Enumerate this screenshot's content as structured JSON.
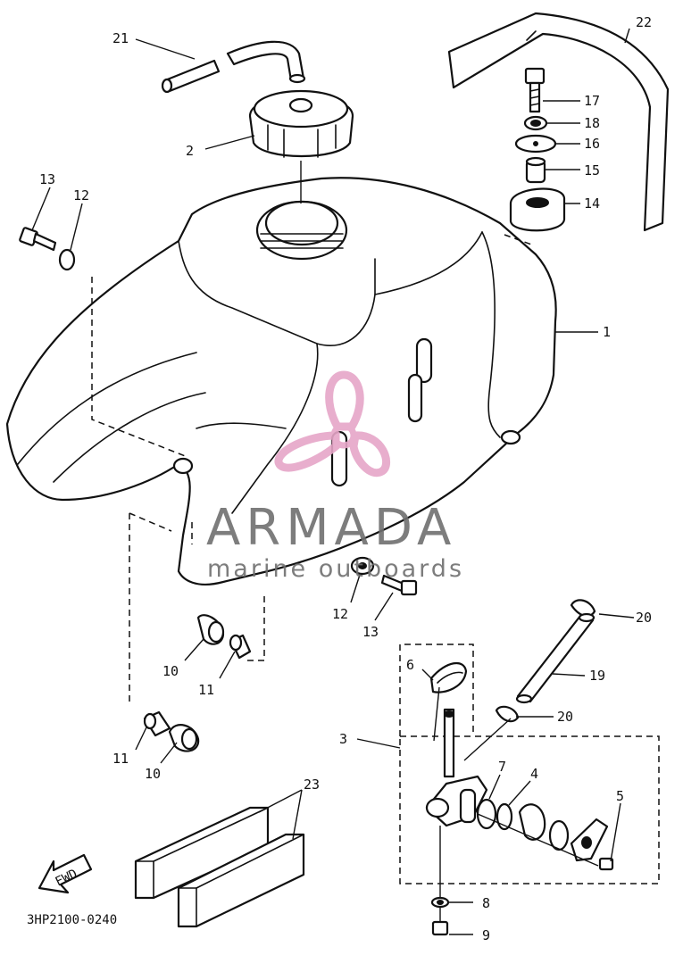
{
  "diagram_code": "3HP2100-0240",
  "fwd_label": "FWD",
  "watermark": {
    "brand": "ARMADA",
    "tagline": "marine outboards",
    "color": "#e6a6c8"
  },
  "callouts": {
    "c21": "21",
    "c22": "22",
    "c2": "2",
    "c13a": "13",
    "c12a": "12",
    "c17": "17",
    "c18": "18",
    "c16": "16",
    "c15": "15",
    "c14": "14",
    "c1": "1",
    "c12b": "12",
    "c13b": "13",
    "c10a": "10",
    "c11a": "11",
    "c20a": "20",
    "c19": "19",
    "c20b": "20",
    "c6": "6",
    "c3": "3",
    "c7": "7",
    "c4": "4",
    "c5": "5",
    "c11b": "11",
    "c10b": "10",
    "c23": "23",
    "c8": "8",
    "c9": "9"
  }
}
